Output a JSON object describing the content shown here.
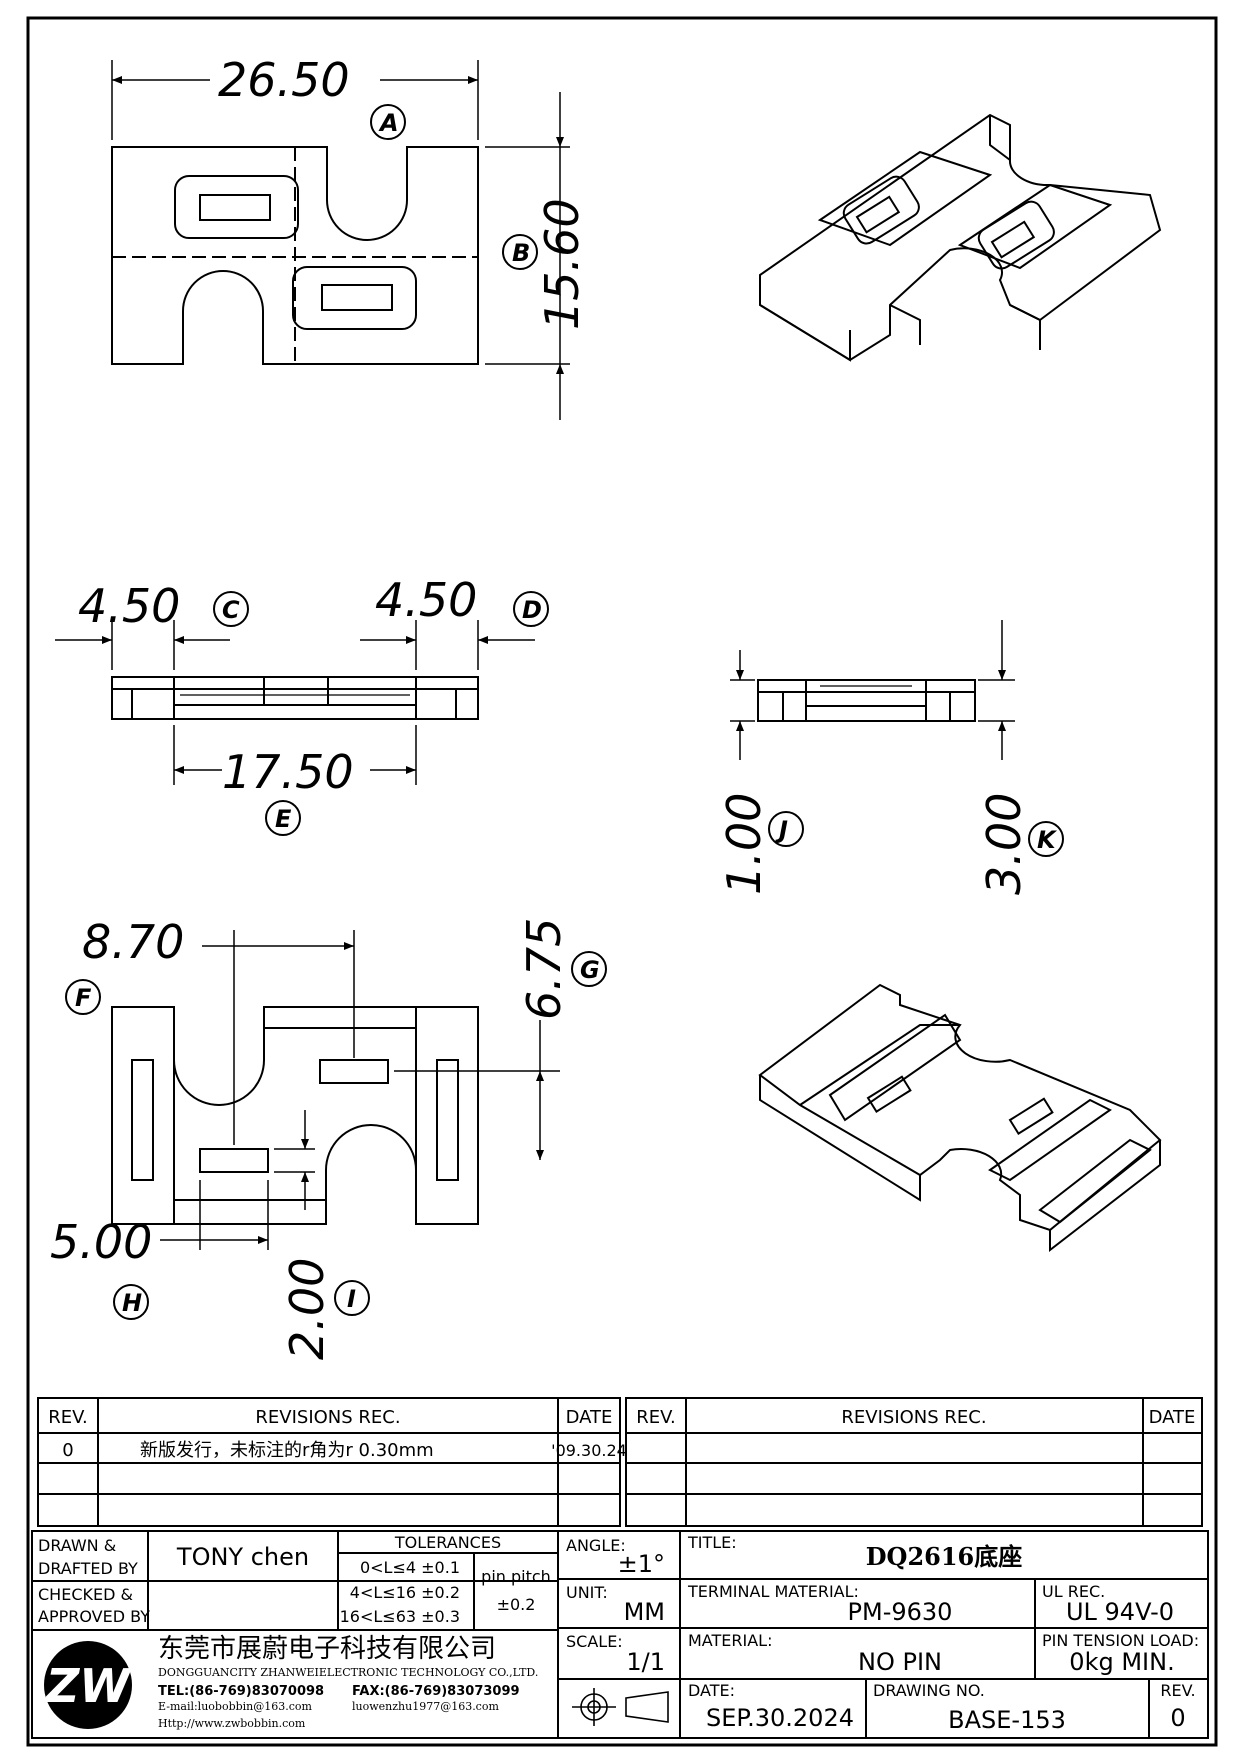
{
  "dimensions": {
    "top_width": "26.50",
    "top_height": "15.60",
    "side_c": "4.50",
    "side_d": "4.50",
    "side_e": "17.50",
    "end_j": "1.00",
    "end_k": "3.00",
    "bottom_f": "8.70",
    "bottom_g": "6.75",
    "bottom_h": "5.00",
    "bottom_i": "2.00"
  },
  "labels": {
    "A": "A",
    "B": "B",
    "C": "C",
    "D": "D",
    "E": "E",
    "F": "F",
    "G": "G",
    "H": "H",
    "I": "I",
    "J": "J",
    "K": "K"
  },
  "revisions": {
    "header": {
      "rev": "REV.",
      "rec": "REVISIONS    REC.",
      "date": "DATE"
    },
    "rows": [
      {
        "rev": "0",
        "rec": "新版发行，未标注的r角为r 0.30mm",
        "date": "'09.30.24"
      }
    ]
  },
  "title_block": {
    "drawn_label": "DRAWN  &",
    "drafted_label": "DRAFTED  BY",
    "drawn_by": "TONY  chen",
    "checked_label": "CHECKED  &",
    "approved_label": "APPROVED  BY",
    "tolerances_label": "TOLERANCES",
    "tol_rows": [
      "0<L≤4    ±0.1",
      "4<L≤16  ±0.2",
      "16<L≤63  ±0.3"
    ],
    "pin_pitch_label": "pin  pitch",
    "pin_pitch_tol": "±0.2",
    "angle_label": "ANGLE:",
    "angle_value": "±1°",
    "unit_label": "UNIT:",
    "unit_value": "MM",
    "scale_label": "SCALE:",
    "scale_value": "1/1",
    "title_label": "TITLE:",
    "title_value": "DQ2616底座",
    "terminal_label": "TERMINAL  MATERIAL:",
    "terminal_value": "PM-9630",
    "ul_label": "UL  REC.",
    "ul_value": "UL  94V-0",
    "material_label": "MATERIAL:",
    "material_value": "NO  PIN",
    "pin_tension_label": "PIN  TENSION  LOAD:",
    "pin_tension_value": "0kg  MIN.",
    "date_label": "DATE:",
    "date_value": "SEP.30.2024",
    "drawing_no_label": "DRAWING  NO.",
    "drawing_no_value": "BASE-153",
    "rev_label": "REV.",
    "rev_value": "0",
    "company_cn": "东莞市展蔚电子科技有限公司",
    "company_en": "DONGGUANCITY  ZHANWEIELECTRONIC  TECHNOLOGY  CO.,LTD.",
    "tel": "TEL:(86-769)83070098",
    "fax": "FAX:(86-769)83073099",
    "email1": "E-mail:luobobbin@163.com",
    "email2": "luowenzhu1977@163.com",
    "web": "Http://www.zwbobbin.com",
    "logo_text": "ZW"
  }
}
